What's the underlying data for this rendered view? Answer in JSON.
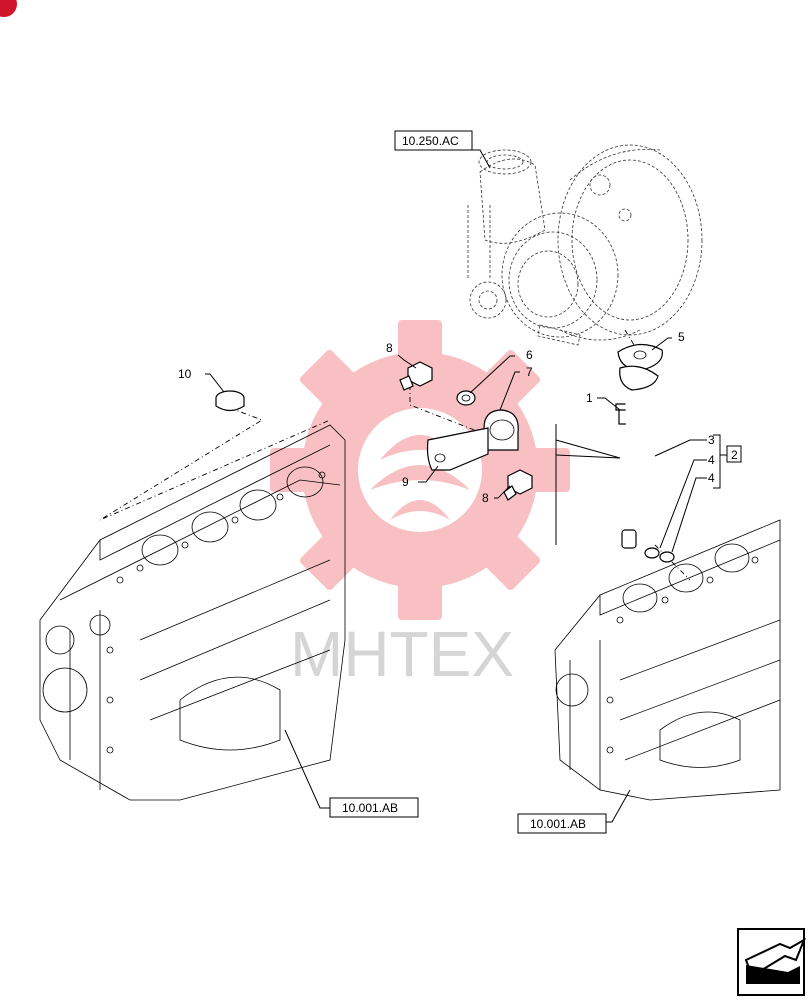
{
  "references": {
    "turbo": "10.250.AC",
    "block_left": "10.001.AB",
    "block_right": "10.001.AB"
  },
  "callouts": {
    "c1": "1",
    "c2": "2",
    "c3": "3",
    "c4a": "4",
    "c4b": "4",
    "c5": "5",
    "c6": "6",
    "c7": "7",
    "c8a": "8",
    "c8b": "8",
    "c9": "9",
    "c10": "10"
  },
  "watermark": {
    "text": "MHTEX",
    "color": "#e8202a"
  },
  "nav": {
    "icon": "next-page-arrow-icon"
  }
}
